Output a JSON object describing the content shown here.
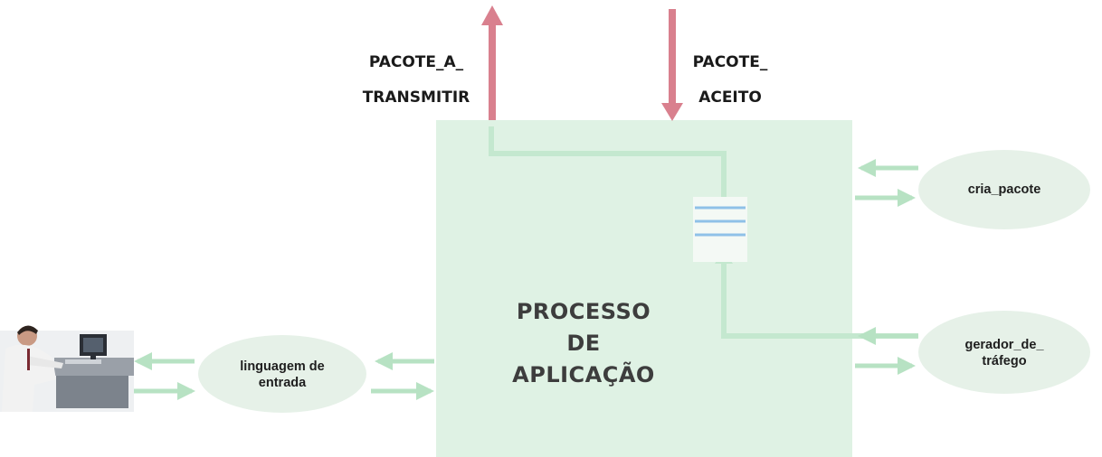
{
  "signals": {
    "out_line1": "PACOTE_A_",
    "out_line2": "TRANSMITIR",
    "in_line1": "PACOTE_",
    "in_line2": "ACEITO"
  },
  "process": {
    "line1": "PROCESSO",
    "line2": "DE",
    "line3": "APLICAÇÃO"
  },
  "modules": {
    "input_language_line1": "linguagem de",
    "input_language_line2": "entrada",
    "packet_creator": "cria_pacote",
    "traffic_gen_line1": "gerador_de_",
    "traffic_gen_line2": "tráfego"
  },
  "colors": {
    "process_fill": "#dff2e4",
    "ellipse_fill": "#e6f1e8",
    "connector": "#b7e2c3",
    "signal_arrow": "#d9808e",
    "queue_lines": "#8fc1e8"
  }
}
